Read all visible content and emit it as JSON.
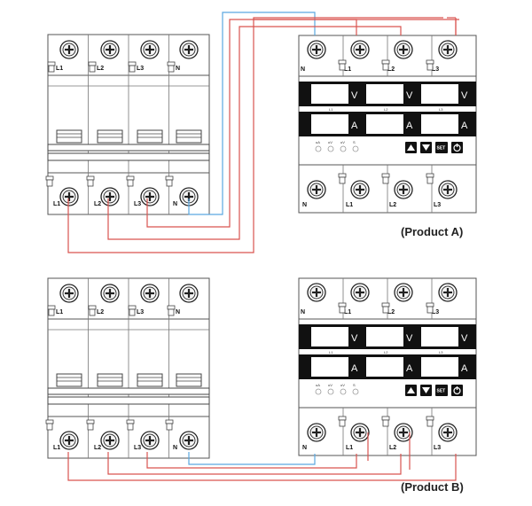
{
  "products": [
    {
      "caption": "(Product A)",
      "breaker": {
        "top_labels": [
          "L1",
          "L2",
          "L3",
          "N"
        ],
        "bottom_labels": [
          "L1",
          "L2",
          "L3",
          "N"
        ]
      },
      "meter": {
        "top_labels": [
          "N",
          "L1",
          "L2",
          "L3"
        ],
        "bottom_labels": [
          "N",
          "L1",
          "L2",
          "L3"
        ],
        "voltage_unit": "V",
        "current_unit": "A",
        "channel_labels": [
          "L1",
          "L2",
          "L3"
        ],
        "indicator_labels": [
          "uA",
          "uV",
          "uV",
          "S"
        ],
        "set_label": "SET"
      }
    },
    {
      "caption": "(Product B)",
      "breaker": {
        "top_labels": [
          "L1",
          "L2",
          "L3",
          "N"
        ],
        "bottom_labels": [
          "L1",
          "L2",
          "L3",
          "N"
        ]
      },
      "meter": {
        "top_labels": [
          "N",
          "L1",
          "L2",
          "L3"
        ],
        "bottom_labels": [
          "N",
          "L1",
          "L2",
          "L3"
        ],
        "voltage_unit": "V",
        "current_unit": "A",
        "channel_labels": [
          "L1",
          "L2",
          "L3"
        ],
        "indicator_labels": [
          "uA",
          "uV",
          "uV",
          "S"
        ],
        "set_label": "SET"
      }
    }
  ],
  "colors": {
    "phase_wire": "#d9534f",
    "neutral_wire": "#5aa8e0",
    "panel_outline": "#555555",
    "display_bg": "#111111"
  }
}
